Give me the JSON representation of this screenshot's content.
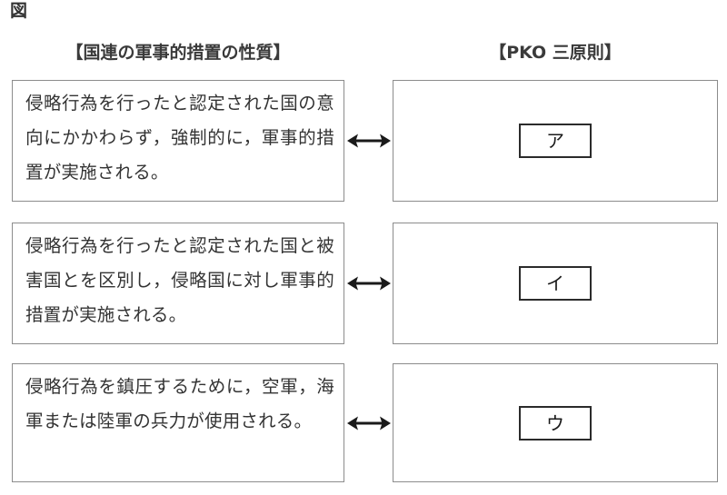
{
  "figure": {
    "label": "図"
  },
  "columns": {
    "left_header": "【国連の軍事的措置の性質】",
    "right_header": "【PKO 三原則】"
  },
  "rows": [
    {
      "statement": "侵略行為を行ったと認定された国の意向にかかわらず，強制的に，軍事的措置が実施される。",
      "connector": "double-headed-arrow",
      "answer_slot": "ア"
    },
    {
      "statement": "侵略行為を行ったと認定された国と被害国とを区別し，侵略国に対し軍事的措置が実施される。",
      "connector": "double-headed-arrow",
      "answer_slot": "イ"
    },
    {
      "statement": "侵略行為を鎮圧するために，空軍，海軍または陸軍の兵力が使用される。",
      "connector": "double-headed-arrow",
      "answer_slot": "ウ"
    }
  ],
  "colors": {
    "background": "#ffffff",
    "box_border": "#8c8c8c",
    "slot_border": "#2b2b2b",
    "text": "#333333",
    "arrow": "#1a1a1a"
  }
}
